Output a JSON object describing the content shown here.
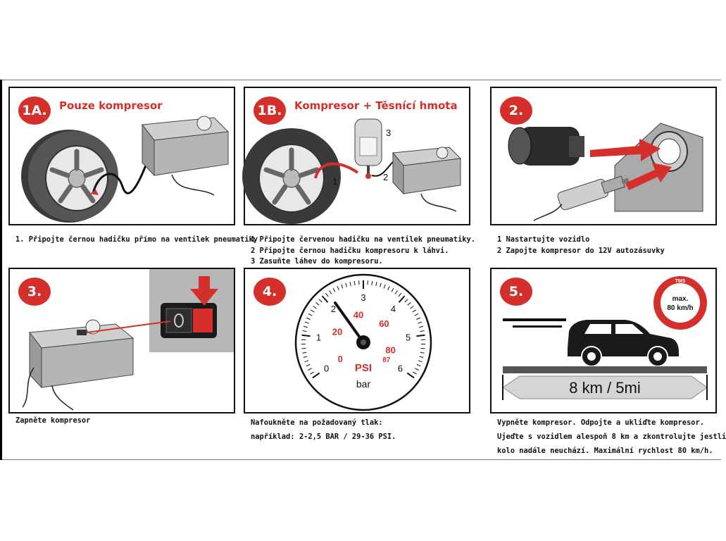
{
  "colors": {
    "accent": "#d52f2c",
    "ink": "#111111",
    "device_grey": "#9a9a9a"
  },
  "panels": {
    "p1a": {
      "badge": "1A.",
      "title": "Pouze kompresor",
      "icon": "tire-with-compressor-icon",
      "caption": [
        "1. Připojte černou hadičku přímo na ventilek pneumatiky"
      ]
    },
    "p1b": {
      "badge": "1B.",
      "title": "Kompresor + Těsnící hmota",
      "icon": "tire-bottle-compressor-icon",
      "labels": [
        "1",
        "2",
        "3"
      ],
      "caption": [
        "1 Připojte červenou hadičku na ventilek pneumatiky.",
        "2 Připojte černou hadičku kompresoru k láhvi.",
        "3 Zasuňte láhev do kompresoru."
      ]
    },
    "p2": {
      "badge": "2.",
      "icon": "car-socket-plug-icon",
      "caption": [
        "1 Nastartujte vozidlo",
        "2 Zapojte kompresor do 12V autozásuvky"
      ]
    },
    "p3": {
      "badge": "3.",
      "icon": "compressor-switch-icon",
      "caption": [
        "Zapněte kompresor"
      ]
    },
    "p4": {
      "badge": "4.",
      "icon": "pressure-gauge-icon",
      "gauge": {
        "bar_ticks": [
          "0",
          "1",
          "2",
          "3",
          "4",
          "5",
          "6"
        ],
        "psi_ticks": [
          "0",
          "20",
          "40",
          "60",
          "80",
          "87"
        ],
        "psi_label": "PSI",
        "bar_label": "bar"
      },
      "caption": [
        "Nafoukněte na požadovaný tlak:",
        "například: 2-2,5 BAR / 29-36 PSI."
      ]
    },
    "p5": {
      "badge": "5.",
      "icon": "driving-car-icon",
      "sign": {
        "top": "TMS",
        "line1": "max.",
        "line2": "80 km/h"
      },
      "distance": "8 km / 5mi",
      "caption": [
        "Vypněte kompresor. Odpojte a ukliďte kompresor.",
        "Ujeďte s vozidlem alespoň 8 km a zkontrolujte jestli",
        "kolo nadále neuchází. Maximální rychlost 80 km/h."
      ]
    }
  }
}
